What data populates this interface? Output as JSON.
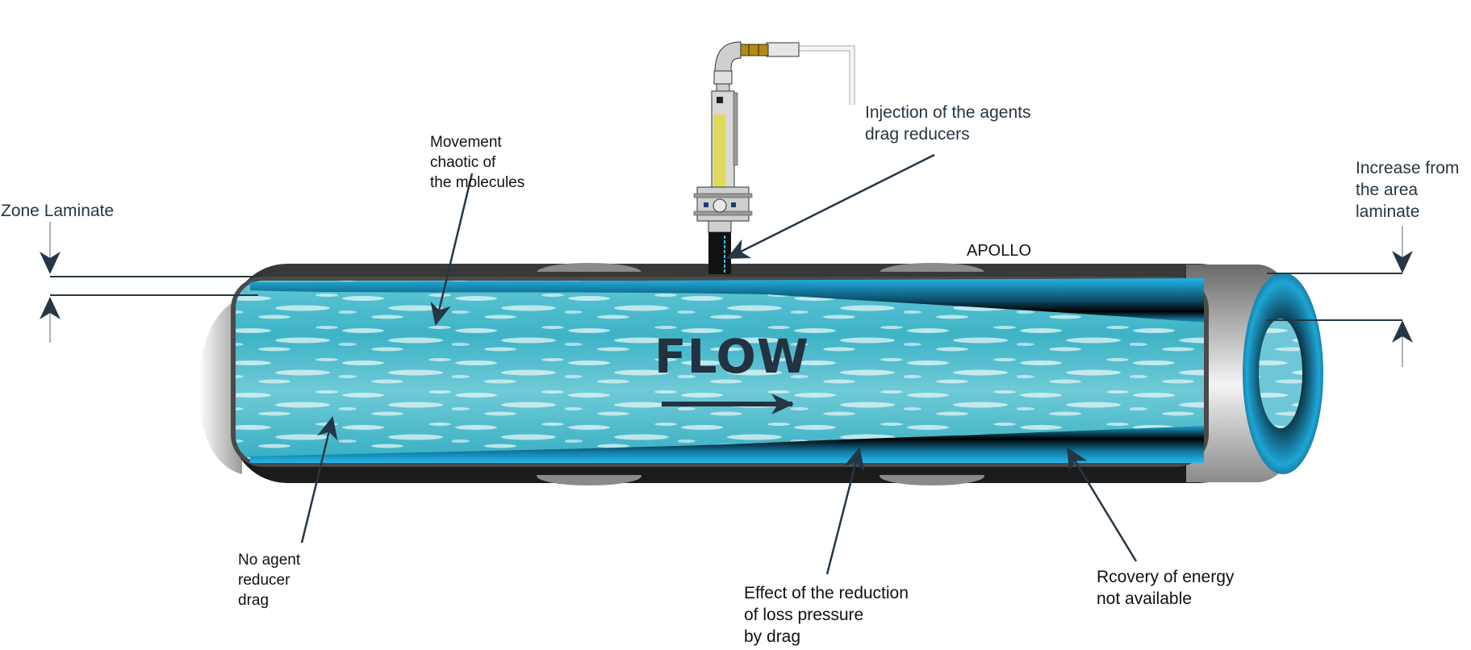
{
  "title_mark": "APOLLO",
  "flow_label": "FLOW",
  "labels": {
    "zone_laminate": "Zone Laminate",
    "movement": "Movement\nchaotic of\nthe molecules",
    "injection": "Injection of the agents\ndrag reducers",
    "increase": "Increase from\nthe area\nlaminate",
    "no_agent": "No agent\nreducer\ndrag",
    "effect": "Effect of the reduction\nof loss pressure\nby drag",
    "recovery": "Rcovery of energy\nnot available"
  },
  "colors": {
    "annotation": "#253645",
    "water": "#3cb6c9",
    "water_light": "#d8f1f4",
    "pipe_dark": "#111111",
    "pipe_gray": "#9a9a9a",
    "drag_blue": "#1fa8d8",
    "injector_yellow": "#e0dc50"
  }
}
